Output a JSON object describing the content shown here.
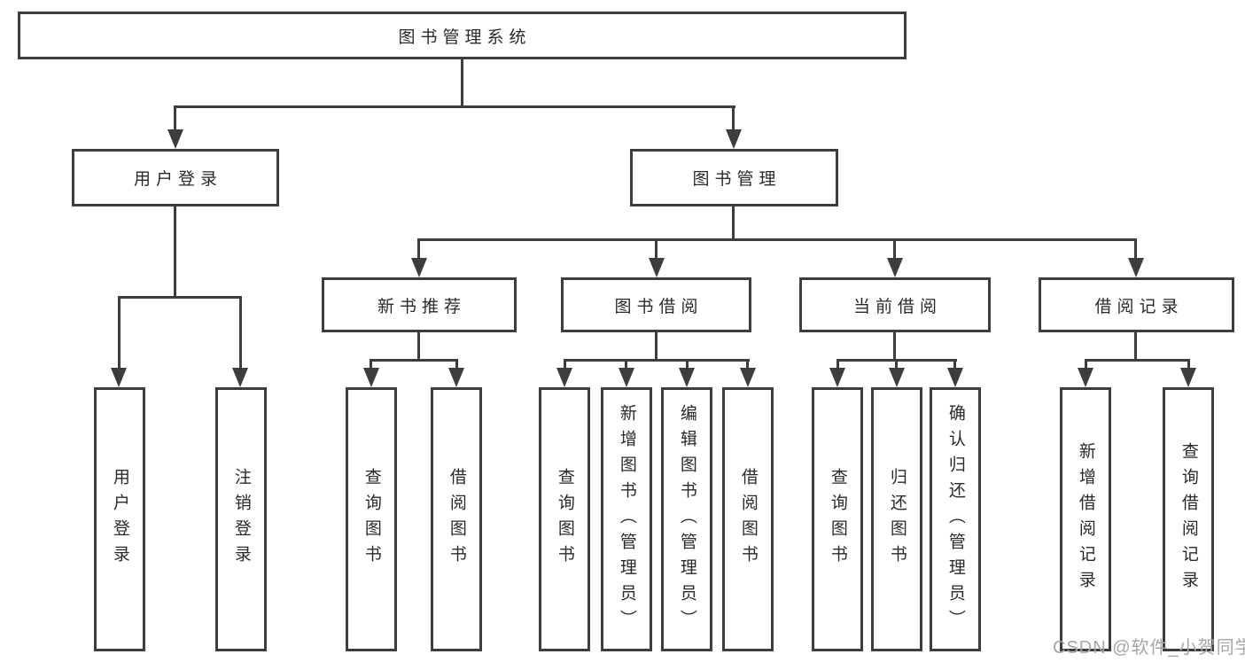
{
  "tree": {
    "label": "图书管理系统",
    "children": [
      {
        "label": "用户登录",
        "children": [
          {
            "label": "用户登录"
          },
          {
            "label": "注销登录"
          }
        ]
      },
      {
        "label": "图书管理",
        "children": [
          {
            "label": "新书推荐",
            "children": [
              {
                "label": "查询图书"
              },
              {
                "label": "借阅图书"
              }
            ]
          },
          {
            "label": "图书借阅",
            "children": [
              {
                "label": "查询图书"
              },
              {
                "label": "新增图书（管理员）"
              },
              {
                "label": "编辑图书（管理员）"
              },
              {
                "label": "借阅图书"
              }
            ]
          },
          {
            "label": "当前借阅",
            "children": [
              {
                "label": "查询图书"
              },
              {
                "label": "归还图书"
              },
              {
                "label": "确认归还（管理员）"
              }
            ]
          },
          {
            "label": "借阅记录",
            "children": [
              {
                "label": "新增借阅记录"
              },
              {
                "label": "查询借阅记录"
              }
            ]
          }
        ]
      }
    ]
  },
  "watermark": {
    "text": "CSDN @软件_小贺同学",
    "color": "#a6a6a6"
  },
  "colors": {
    "line": "#3d3d3d",
    "box_border": "#3d3d3d",
    "text": "#2a2a2a",
    "background": "#ffffff"
  }
}
